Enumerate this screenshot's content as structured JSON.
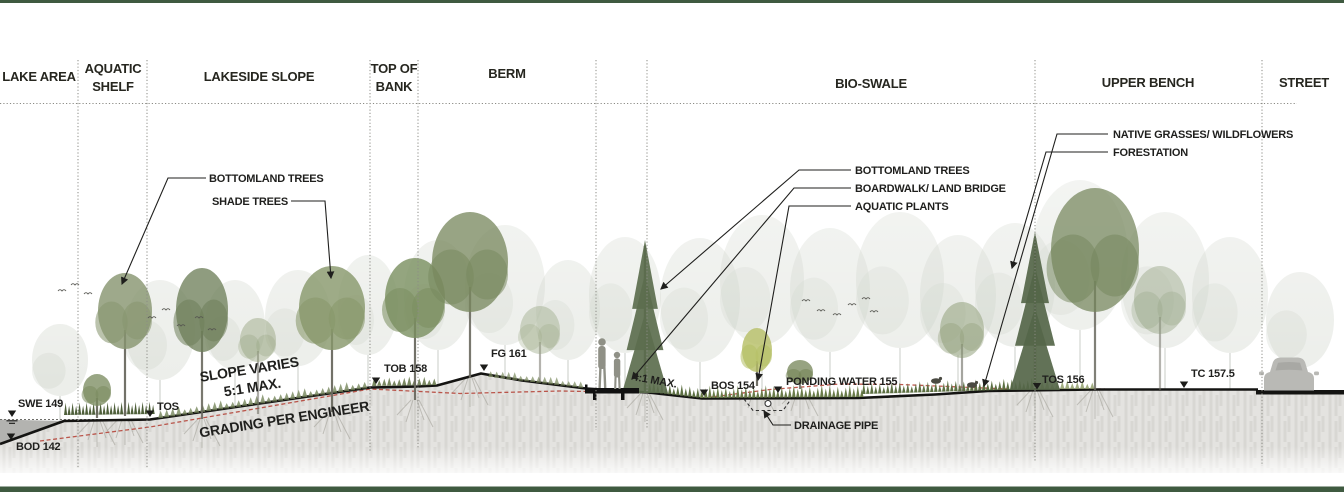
{
  "diagram": {
    "zones": [
      {
        "lines": [
          "LAKE AREA"
        ]
      },
      {
        "lines": [
          "AQUATIC",
          "SHELF"
        ]
      },
      {
        "lines": [
          "LAKESIDE SLOPE"
        ]
      },
      {
        "lines": [
          "TOP OF",
          "BANK"
        ]
      },
      {
        "lines": [
          "BERM"
        ]
      },
      {
        "lines": [
          "BIO-SWALE"
        ]
      },
      {
        "lines": [
          "UPPER BENCH"
        ]
      },
      {
        "lines": [
          "STREET"
        ]
      }
    ],
    "plant_labels": {
      "bottomland_trees_left": "BOTTOMLAND TREES",
      "shade_trees": "SHADE TREES",
      "bottomland_trees_right": "BOTTOMLAND TREES",
      "boardwalk": "BOARDWALK/ LAND BRIDGE",
      "aquatic_plants": "AQUATIC PLANTS",
      "native_grasses": "NATIVE GRASSES/ WILDFLOWERS",
      "forestation": "FORESTATION",
      "drainage_pipe": "DRAINAGE PIPE"
    },
    "slope_notes": {
      "slope_varies_line1": "SLOPE VARIES",
      "slope_varies_line2": "5:1 MAX.",
      "grading": "GRADING PER ENGINEER",
      "swale_slope": "4:1 MAX."
    },
    "elevations": {
      "swe": "SWE 149",
      "tos_shelf": "TOS",
      "bod": "BOD 142",
      "tob": "TOB 158",
      "fg": "FG 161",
      "bos": "BOS 154",
      "ponding": "PONDING WATER 155",
      "tos_bench": "TOS 156",
      "tc": "TC 157.5"
    },
    "colors": {
      "accent_bar": "#3f5a40",
      "grading_line": "#b5453a",
      "ground_line": "#141412"
    }
  }
}
